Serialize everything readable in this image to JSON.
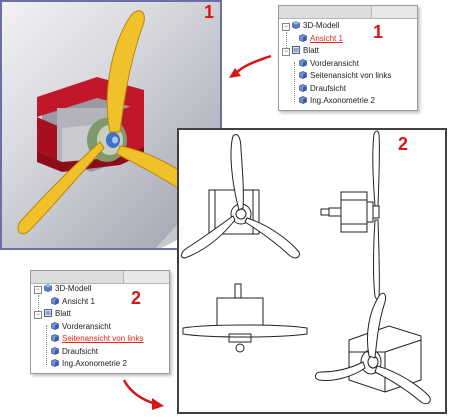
{
  "badges": {
    "model_view": "1",
    "tree_top": "1",
    "drawing": "2",
    "tree_bottom": "2"
  },
  "tree_top": {
    "items": [
      {
        "label": "3D-Modell",
        "level": 0,
        "icon": "assembly-icon"
      },
      {
        "label": "Ansicht 1",
        "level": 1,
        "icon": "view-icon",
        "active": true
      },
      {
        "label": "Blatt",
        "level": 0,
        "icon": "sheet-icon"
      },
      {
        "label": "Vorderansicht",
        "level": 1,
        "icon": "view-icon"
      },
      {
        "label": "Seitenansicht von links",
        "level": 1,
        "icon": "view-icon"
      },
      {
        "label": "Draufsicht",
        "level": 1,
        "icon": "view-icon"
      },
      {
        "label": "Ing.Axonometrie 2",
        "level": 1,
        "icon": "view-icon"
      }
    ]
  },
  "tree_bottom": {
    "items": [
      {
        "label": "3D-Modell",
        "level": 0,
        "icon": "assembly-icon"
      },
      {
        "label": "Ansicht 1",
        "level": 1,
        "icon": "view-icon"
      },
      {
        "label": "Blatt",
        "level": 0,
        "icon": "sheet-icon"
      },
      {
        "label": "Vorderansicht",
        "level": 1,
        "icon": "view-icon"
      },
      {
        "label": "Seitenansicht von links",
        "level": 1,
        "icon": "view-icon",
        "active": true
      },
      {
        "label": "Draufsicht",
        "level": 1,
        "icon": "view-icon"
      },
      {
        "label": "Ing.Axonometrie 2",
        "level": 1,
        "icon": "view-icon"
      }
    ]
  },
  "colors": {
    "accent_red": "#d91616",
    "link_red": "#e8231b",
    "propeller_yellow": "#f0c12a",
    "housing_red": "#c0182a",
    "model_border": "#6b6fa8"
  }
}
